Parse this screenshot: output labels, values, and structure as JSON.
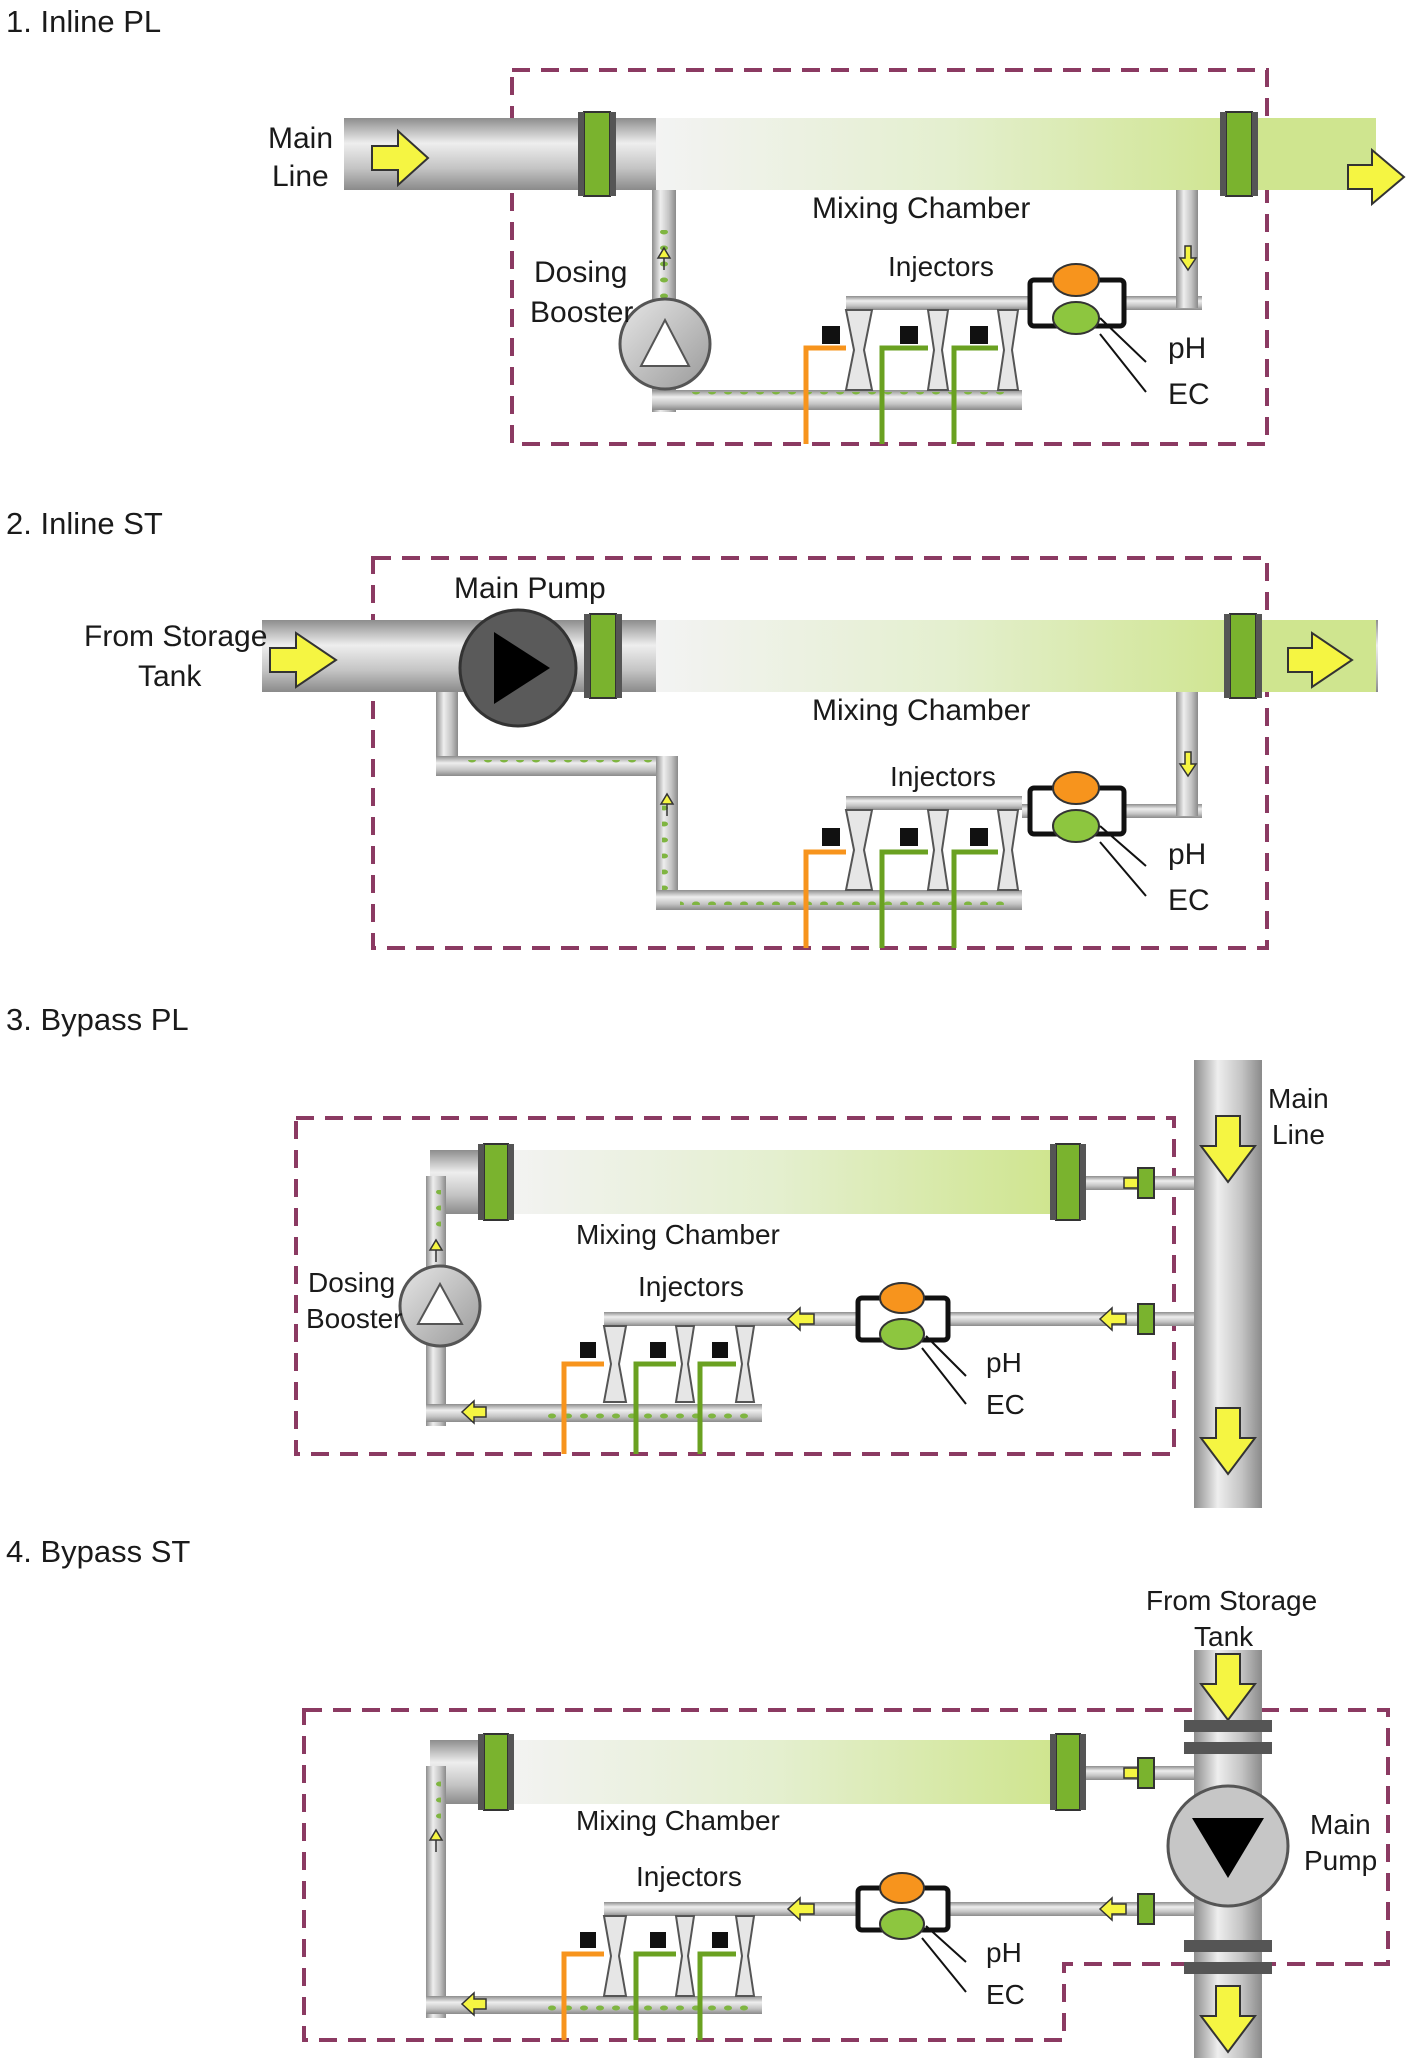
{
  "sections": [
    {
      "title": "1.  Inline PL",
      "labels": {
        "main_line_1": "Main",
        "main_line_2": "Line",
        "mixing_chamber": "Mixing Chamber",
        "injectors": "Injectors",
        "dosing_1": "Dosing",
        "dosing_2": "Booster",
        "ph": "pH",
        "ec": "EC"
      }
    },
    {
      "title": "2.  Inline ST",
      "labels": {
        "main_pump": "Main Pump",
        "from_storage_1": "From Storage",
        "from_storage_2": "Tank",
        "mixing_chamber": "Mixing Chamber",
        "injectors": "Injectors",
        "ph": "pH",
        "ec": "EC"
      }
    },
    {
      "title": "3.  Bypass PL",
      "labels": {
        "main_line_1": "Main",
        "main_line_2": "Line",
        "mixing_chamber": "Mixing Chamber",
        "injectors": "Injectors",
        "dosing_1": "Dosing",
        "dosing_2": "Booster",
        "ph": "pH",
        "ec": "EC"
      }
    },
    {
      "title": "4.  Bypass ST",
      "labels": {
        "from_storage_1": "From Storage",
        "from_storage_2": "Tank",
        "main_pump_1": "Main",
        "main_pump_2": "Pump",
        "mixing_chamber": "Mixing Chamber",
        "injectors": "Injectors",
        "ph": "pH",
        "ec": "EC"
      }
    }
  ],
  "colors": {
    "boundary": "#8b3a62",
    "pipe": "#b4b4b4",
    "flow_arrow": "#f5f542",
    "flange": "#7ab32e",
    "sensor_ph": "#f7941d",
    "sensor_ec": "#8dc63f",
    "feed_acid": "#f7941d",
    "feed_nutrient": "#6aa121"
  }
}
